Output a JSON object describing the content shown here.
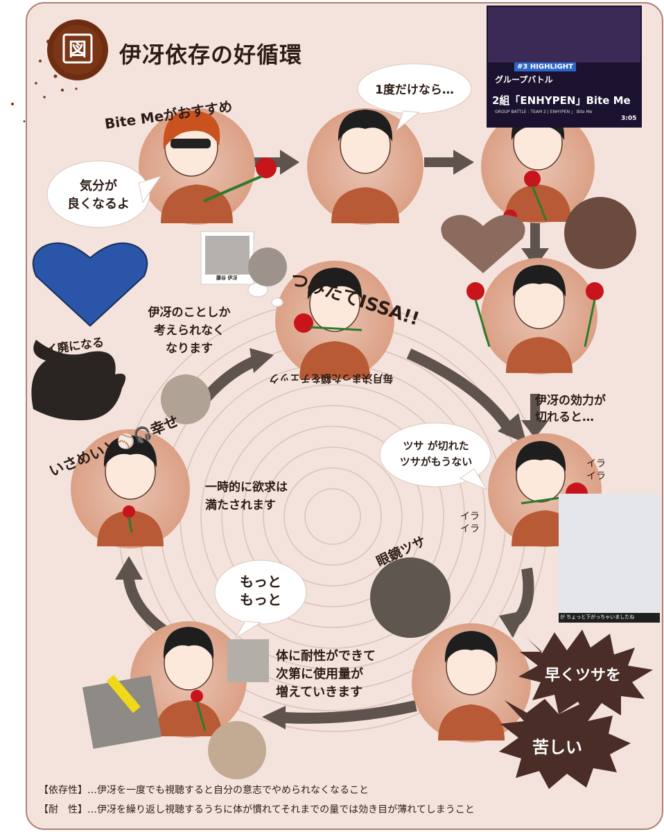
{
  "title": "伊冴依存の好循環",
  "title_badge": "図",
  "header_recommend": "Bite Meがおすすめ",
  "bubble_feel_good": "気分が\n良くなるよ",
  "bubble_once": "1度だけなら…",
  "video": {
    "highlight": "#3 HIGHLIGHT",
    "line1": "グループバトル",
    "line2": "2組「ENHYPEN」Bite Me",
    "line3": "GROUP BATTLE : TEAM 2 | ENHYPEN 」 Bite Me",
    "duration": "3:05"
  },
  "center_label": "つみたてISSA!!",
  "center_arc_text": "毎月決まった額をチェック",
  "photo_caption_isa": "藤谷 伊冴",
  "thought_isa": "伊冴のことしか\n考えられなく\nなります",
  "twitter_quit": "ツイ廃になる",
  "happiness": "いさめいと⚾🎧幸せ",
  "satisfied": "一時的に欲求は\n満たされます",
  "effect_wears": "伊冴の効力が\n切れると…",
  "tsusa_out": "ツサ が切れた\nツサがもうない",
  "ira_top": "イラ\nイラ",
  "ira_bottom": "イラ\nイラ",
  "glasses_tsusa": "眼鏡ツサ",
  "subtitle_photo": "が ちょっと下がっちゃいましたね",
  "more_more": "もっと\nもっと",
  "tolerance": "体に耐性ができて\n次第に使用量が\n増えていきます",
  "hurry": "早くツサを",
  "painful": "苦しい",
  "footer": {
    "line1": "【依存性】…伊冴を一度でも視聴すると自分の意志でやめられなくなること",
    "line2": "【耐　性】…伊冴を繰り返し視聴するうちに体が慣れてそれまでの量では効き目が薄れてしまうこと"
  },
  "colors": {
    "background": "#f3e3dc",
    "circle": "#dfa488",
    "arrow": "#5e534d",
    "shirt": "#b85a35",
    "rose": "#c8141b",
    "starburst": "#4a2d26"
  }
}
